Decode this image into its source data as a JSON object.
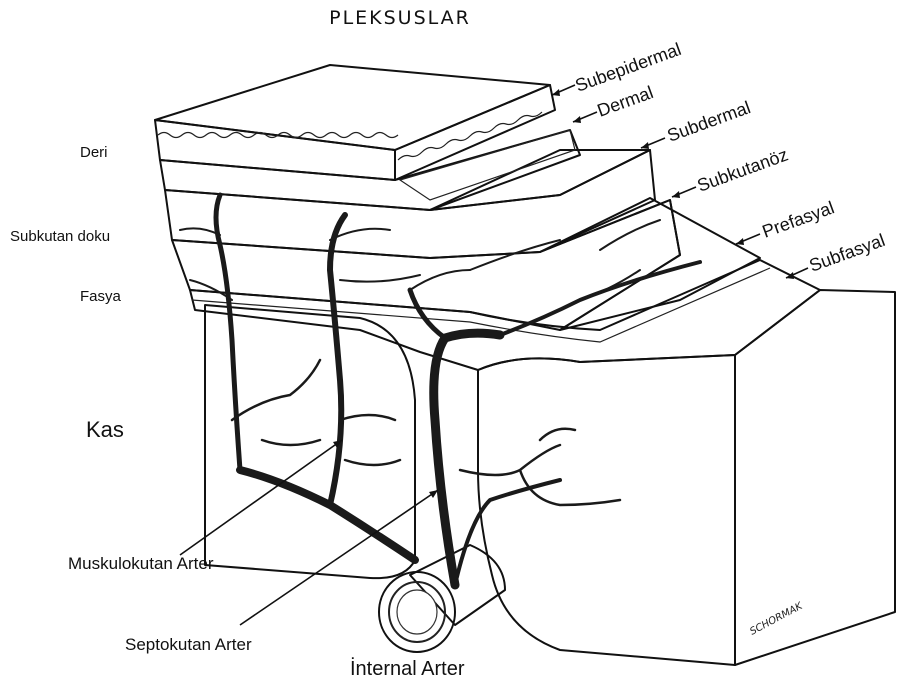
{
  "title": "PLEKSUSLAR",
  "plexus_labels": [
    "Subepidermal",
    "Dermal",
    "Subdermal",
    "Subkutanöz",
    "Prefasyal",
    "Subfasyal"
  ],
  "tissue_labels": {
    "deri": "Deri",
    "subkutan": "Subkutan doku",
    "fasya": "Fasya",
    "kas": "Kas"
  },
  "artery_labels": {
    "muskulokutan": "Muskulokutan Arter",
    "septokutan": "Septokutan Arter",
    "internal": "İnternal Arter"
  },
  "signature": "SCHORMAK",
  "colors": {
    "ink": "#111111",
    "background": "#ffffff",
    "vessel": "#1a1a1a",
    "fill_light": "#f4f4f4",
    "fill_mid": "#e2e2e2"
  }
}
